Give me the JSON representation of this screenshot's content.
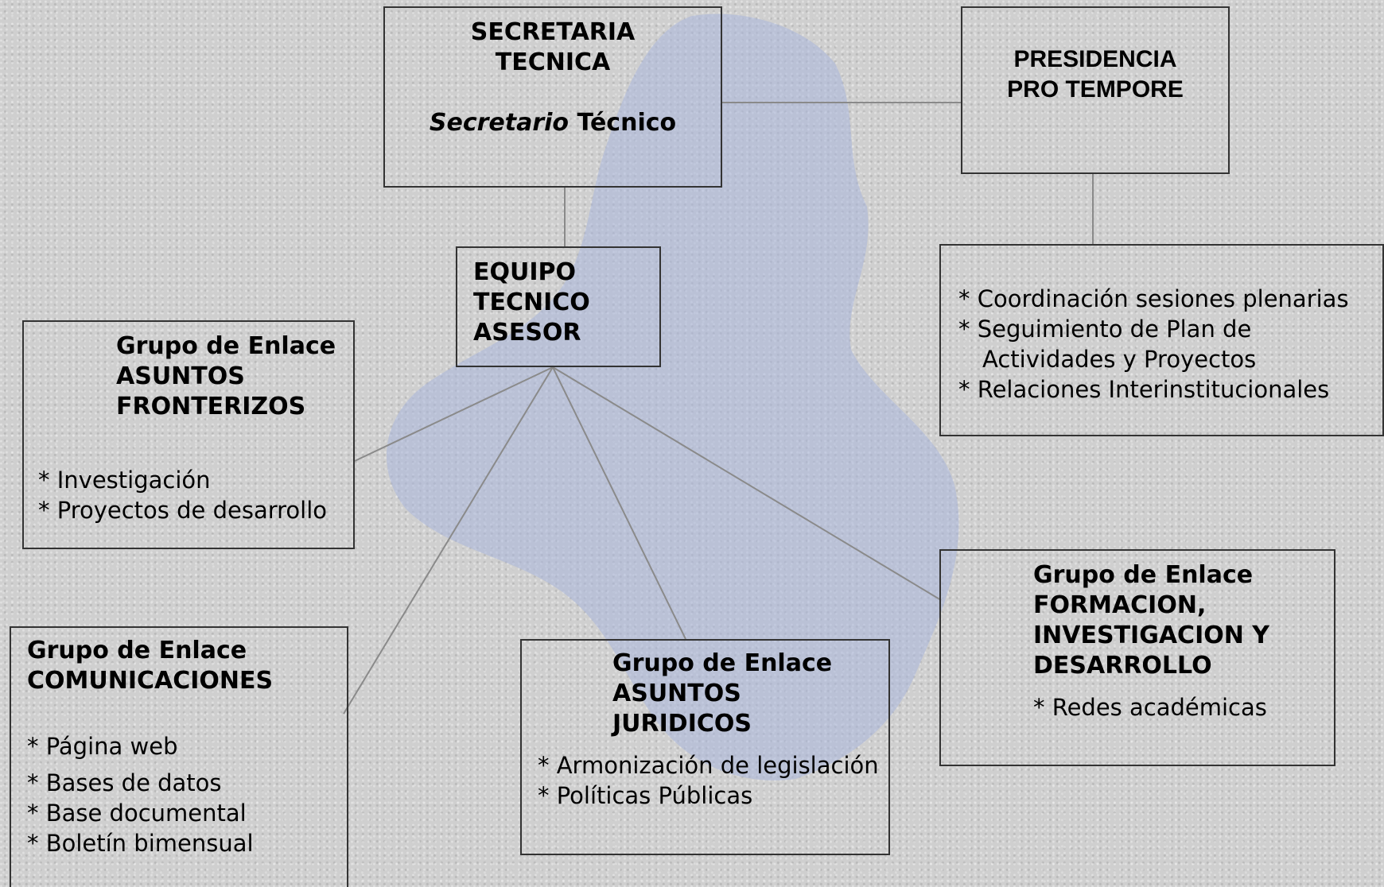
{
  "colors": {
    "background": "#cfcfcf",
    "box_border": "#333333",
    "connector": "#8a8a8a",
    "map": "#aab6dd"
  },
  "secretaria": {
    "line1": "SECRETARIA",
    "line2": "TECNICA",
    "role_italic": "Secretario",
    "role_rest": " Técnico"
  },
  "presidencia": {
    "line1": "PRESIDENCIA",
    "line2": "PRO TEMPORE"
  },
  "presidencia_tasks": {
    "items": [
      "* Coordinación sesiones plenarias",
      "* Seguimiento de Plan de",
      "Actividades y Proyectos",
      "* Relaciones Interinstitucionales"
    ]
  },
  "equipo": {
    "line1": "EQUIPO",
    "line2": "TECNICO",
    "line3": "ASESOR"
  },
  "fronterizos": {
    "heading": "Grupo de Enlace",
    "name1": "ASUNTOS",
    "name2": "FRONTERIZOS",
    "items": [
      "* Investigación",
      "* Proyectos de desarrollo"
    ]
  },
  "comunicaciones": {
    "heading": "Grupo de Enlace",
    "name1": "COMUNICACIONES",
    "items": [
      "* Página web",
      "* Bases de datos",
      "* Base documental",
      "* Boletín bimensual"
    ]
  },
  "juridicos": {
    "heading": "Grupo de Enlace",
    "name1": "ASUNTOS",
    "name2": "JURIDICOS",
    "items": [
      "* Armonización de legislación",
      "* Políticas Públicas"
    ]
  },
  "formacion": {
    "heading": "Grupo de Enlace",
    "name1": "FORMACION,",
    "name2": "INVESTIGACION Y",
    "name3": "DESARROLLO",
    "items": [
      "* Redes académicas"
    ]
  }
}
